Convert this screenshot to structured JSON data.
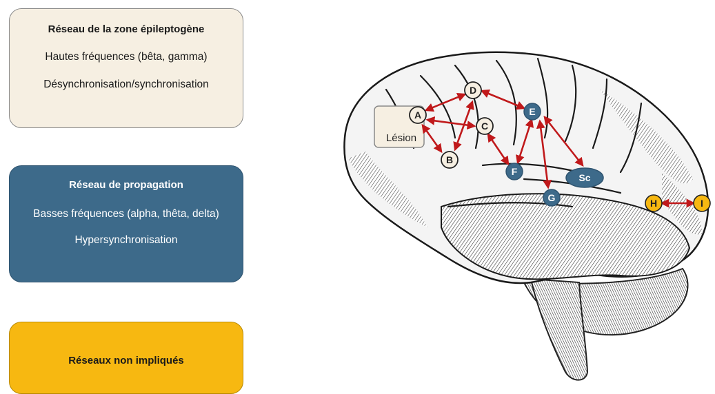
{
  "legend": {
    "epileptogenic": {
      "title": "Réseau de la zone épileptogène",
      "line1": "Hautes fréquences (bêta, gamma)",
      "line2": "Désynchronisation/synchronisation",
      "color": "#f6efe2"
    },
    "propagation": {
      "title": "Réseau de propagation",
      "line1": "Basses fréquences (alpha, thêta, delta)",
      "line2": "Hypersynchronisation",
      "color": "#3d6a8a"
    },
    "non_involved": {
      "title": "Réseaux non impliqués",
      "color": "#f7b811"
    }
  },
  "lesion_label": "Lésion",
  "nodes": {
    "A": "A",
    "B": "B",
    "C": "C",
    "D": "D",
    "E": "E",
    "F": "F",
    "G": "G",
    "Sc": "Sc",
    "H": "H",
    "I": "I"
  },
  "arrow_color": "#c0191b"
}
